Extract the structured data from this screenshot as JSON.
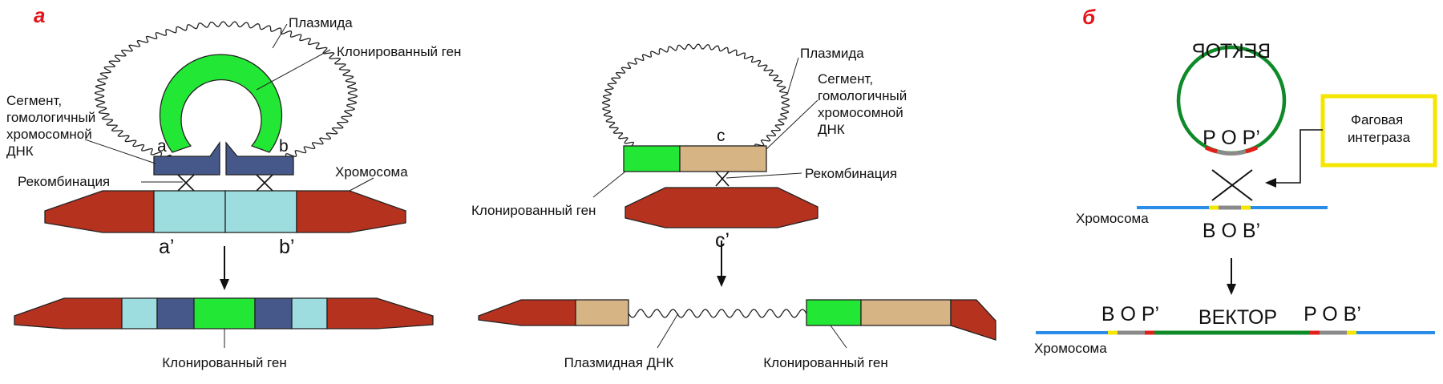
{
  "panels": {
    "a": "а",
    "b": "б"
  },
  "left": {
    "plasmid": "Плазмида",
    "cloned_gene_top": "Клонированный ген",
    "segment_label": [
      "Сегмент,",
      "гомологичный",
      "хромосомной",
      "ДНК"
    ],
    "site_a": "a",
    "site_b": "b",
    "recombination": "Рекомбинация",
    "chromosome": "Хромосома",
    "site_a_prime": "a’",
    "site_b_prime": "b’",
    "cloned_gene_bottom": "Клонированный ген"
  },
  "middle": {
    "plasmid": "Плазмида",
    "segment_label": [
      "Сегмент,",
      "гомологичный",
      "хромосомной",
      "ДНК"
    ],
    "site_c": "c",
    "recombination": "Рекомбинация",
    "cloned_gene_left": "Клонированный ген",
    "site_c_prime": "c’",
    "plasmid_dna": "Плазмидная ДНК",
    "cloned_gene_bottom": "Клонированный ген"
  },
  "right": {
    "vector_arc": "ВЕКТОР",
    "pop": "P O P’",
    "integrase": [
      "Фаговая",
      "интеграза"
    ],
    "chromosome_top": "Хромосома",
    "bob": "B O B’",
    "bop": "B O P’",
    "vector": "ВЕКТОР",
    "pob": "P O B’",
    "chromosome_bottom": "Хромосома"
  },
  "colors": {
    "chromosome_red": "#b5321f",
    "homology_light_blue": "#9ddde0",
    "segment_navy": "#46588a",
    "gene_green": "#22e835",
    "segment_tan": "#d7b483",
    "vector_green": "#0e8a28",
    "chromosome_blue": "#2a8ee8",
    "site_yellow": "#f5e600",
    "site_red": "#e0201a",
    "core_gray": "#8a8a8a",
    "integrase_box": "#f5e600",
    "panel_label": "#e3151b"
  }
}
